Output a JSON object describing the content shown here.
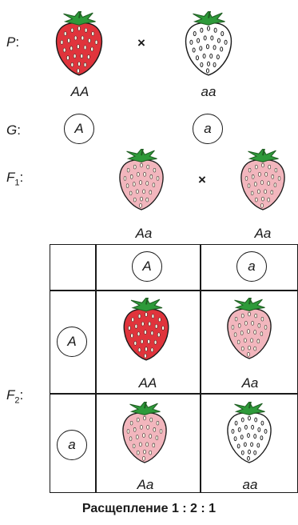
{
  "rows": {
    "p": {
      "label": "P",
      "sep": ":"
    },
    "g": {
      "label": "G",
      "sep": ":"
    },
    "f1": {
      "label": "F",
      "sub": "1",
      "sep": ":"
    },
    "f2": {
      "label": "F",
      "sub": "2",
      "sep": ":"
    }
  },
  "cross_symbol": "×",
  "parents": {
    "left_genotype": "AA",
    "right_genotype": "aa"
  },
  "gametes": {
    "left": "A",
    "right": "a"
  },
  "f1": {
    "left_genotype": "Aa",
    "right_genotype": "Aa"
  },
  "punnett": {
    "col_headers": [
      "A",
      "a"
    ],
    "row_headers": [
      "A",
      "a"
    ],
    "cells": [
      [
        "AA",
        "Aa"
      ],
      [
        "Aa",
        "aa"
      ]
    ]
  },
  "footer": "Расщепление 1 : 2 : 1",
  "colors": {
    "red": "#e0343c",
    "pink": "#f2b6bd",
    "white": "#ffffff",
    "leaf": "#2e9a3a",
    "outline": "#1a1a1a"
  }
}
